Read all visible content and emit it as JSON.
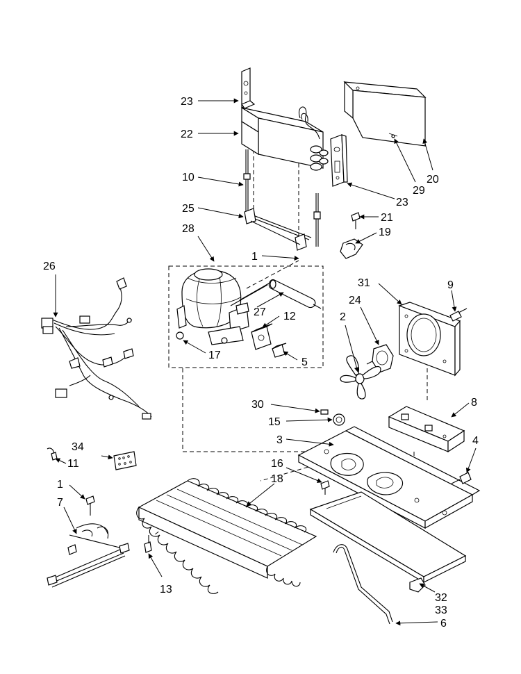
{
  "diagram": {
    "labels": {
      "p1a": "1",
      "p1b": "1",
      "p2": "2",
      "p3": "3",
      "p4": "4",
      "p5": "5",
      "p6": "6",
      "p7": "7",
      "p8": "8",
      "p9": "9",
      "p10": "10",
      "p11": "11",
      "p12": "12",
      "p13": "13",
      "p15": "15",
      "p16": "16",
      "p17": "17",
      "p18": "18",
      "p19": "19",
      "p20": "20",
      "p21": "21",
      "p22": "22",
      "p23a": "23",
      "p23b": "23",
      "p24": "24",
      "p25": "25",
      "p26": "26",
      "p27": "27",
      "p28": "28",
      "p29": "29",
      "p30": "30",
      "p31": "31",
      "p32": "32",
      "p33": "33",
      "p34": "34"
    }
  }
}
